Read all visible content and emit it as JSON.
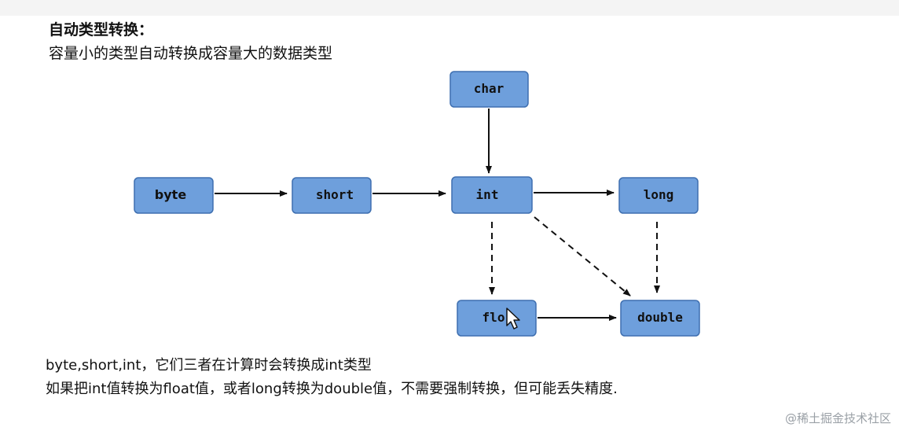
{
  "heading": "自动类型转换：",
  "subtitle": "容量小的类型自动转换成容量大的数据类型",
  "nodes": {
    "char": "char",
    "byte": "byte",
    "short": "short",
    "int": "int",
    "long": "long",
    "float": "flo",
    "double": "double"
  },
  "notes": {
    "line1": "byte,short,int，它们三者在计算时会转换成int类型",
    "line2": "如果把int值转换为float值，或者long转换为double值，不需要强制转换，但可能丢失精度."
  },
  "watermark": "@稀土掘金技术社区",
  "colors": {
    "node_fill": "#6e9fdc",
    "node_border": "#3e6fb0"
  },
  "icons": {
    "cursor": "mouse-pointer-icon"
  }
}
